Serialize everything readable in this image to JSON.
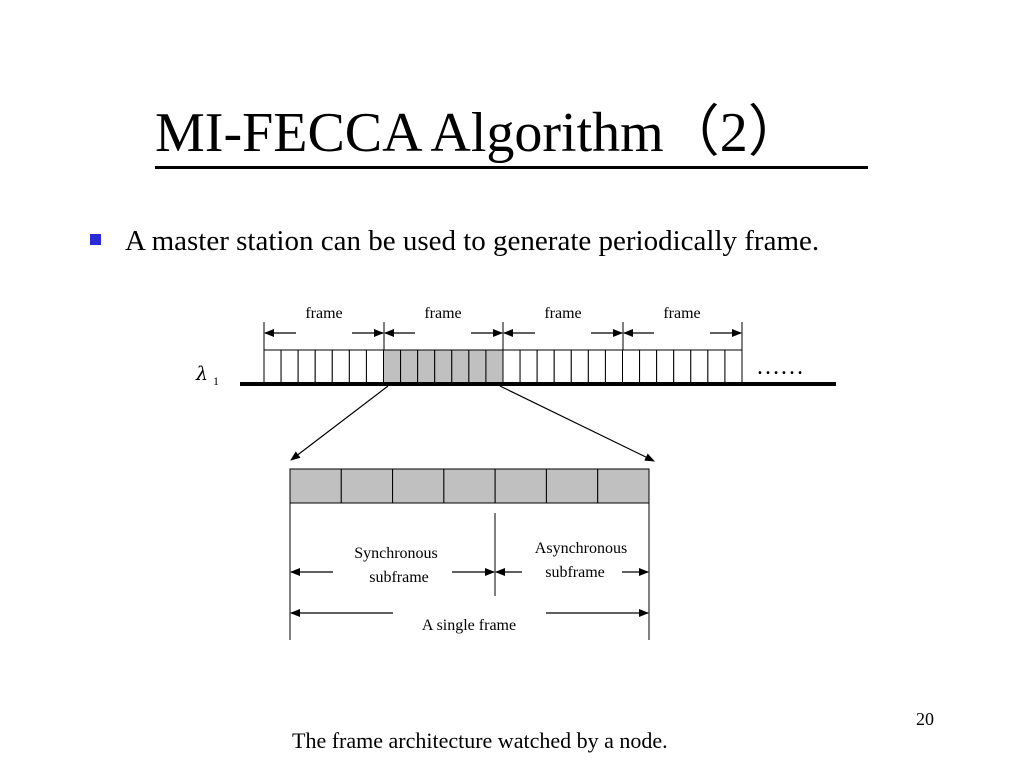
{
  "slide": {
    "title": "MI-FECCA Algorithm（2）",
    "bullet": "A master station can be used to generate periodically frame.",
    "caption": "The frame architecture watched by a node.",
    "page_number": "20"
  },
  "diagram": {
    "frame_labels": [
      "frame",
      "frame",
      "frame",
      "frame"
    ],
    "wavelength_label": "λ",
    "wavelength_subscript": "1",
    "continuation": "……",
    "sync_label_line1": "Synchronous",
    "sync_label_line2": "subframe",
    "async_label_line1": "Asynchronous",
    "async_label_line2": "subframe",
    "single_frame_label": "A single frame",
    "slots_per_frame": 7,
    "highlighted_frame_index": 1,
    "colors": {
      "slot_fill_highlight": "#c0c0c0",
      "slot_fill": "#ffffff",
      "stroke": "#000000",
      "bullet": "#2b2bd6"
    }
  }
}
